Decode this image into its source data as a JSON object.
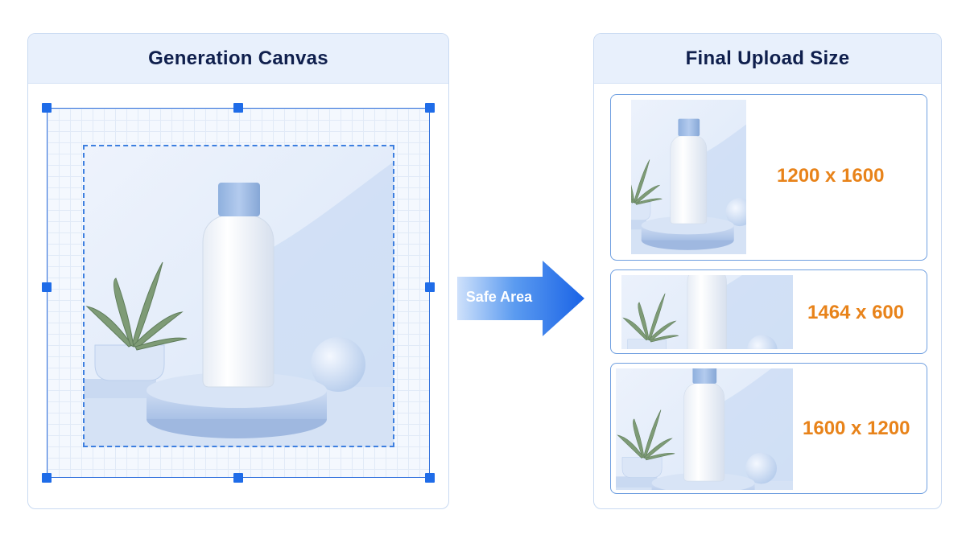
{
  "left_panel": {
    "title": "Generation Canvas"
  },
  "right_panel": {
    "title": "Final Upload Size"
  },
  "arrow": {
    "label": "Safe Area"
  },
  "outputs": [
    {
      "size": "1200 x 1600"
    },
    {
      "size": "1464 x 600"
    },
    {
      "size": "1600 x 1200"
    }
  ],
  "colors": {
    "accent": "#1f6ce8",
    "size_label": "#e8831a",
    "panel_header": "#e8f0fc",
    "title_text": "#0f1f4d"
  },
  "icons": [
    "resize-handle-icon",
    "right-arrow-icon",
    "plant-icon",
    "bottle-icon",
    "sphere-icon"
  ]
}
